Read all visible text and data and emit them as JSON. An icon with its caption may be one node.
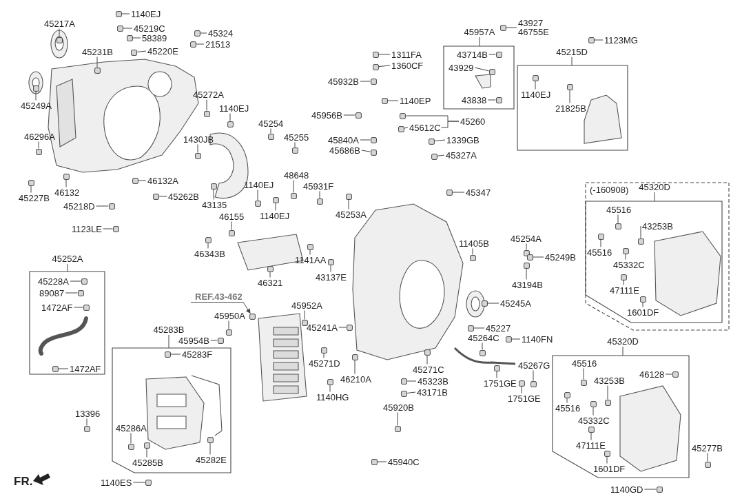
{
  "diagram": {
    "nodes": [
      {
        "text": [
          "45217A"
        ]
      },
      {
        "text": [
          "1140EJ"
        ]
      },
      {
        "text": [
          "45219C"
        ]
      },
      {
        "text": [
          "45324"
        ]
      },
      {
        "text": [
          "58389"
        ]
      },
      {
        "text": [
          "21513"
        ]
      },
      {
        "text": [
          "45220E"
        ]
      },
      {
        "text": [
          "45231B"
        ]
      },
      {
        "text": [
          "45249A"
        ]
      },
      {
        "text": [
          "45932B"
        ]
      },
      {
        "text": [
          "45272A"
        ]
      },
      {
        "text": [
          "1140EJ"
        ]
      },
      {
        "text": [
          "45956B"
        ]
      },
      {
        "text": [
          "45254"
        ]
      },
      {
        "text": [
          "46296A"
        ]
      },
      {
        "text": [
          "45255"
        ]
      },
      {
        "text": [
          "1430JB"
        ]
      },
      {
        "text": [
          "45840A"
        ]
      },
      {
        "text": [
          "45686B"
        ]
      },
      {
        "text": [
          "46132A"
        ]
      },
      {
        "text": [
          "48648"
        ]
      },
      {
        "text": [
          "1140EJ"
        ]
      },
      {
        "text": [
          "45931F"
        ]
      },
      {
        "text": [
          "45262B"
        ]
      },
      {
        "text": [
          "45227B"
        ]
      },
      {
        "text": [
          "46132"
        ]
      },
      {
        "text": [
          "43135"
        ]
      },
      {
        "text": [
          "45218D"
        ]
      },
      {
        "text": [
          "45253A"
        ]
      },
      {
        "text": [
          "1140EJ"
        ]
      },
      {
        "text": [
          "46155"
        ]
      },
      {
        "text": [
          "1123LE"
        ]
      },
      {
        "text": [
          "1311FA"
        ]
      },
      {
        "text": [
          "1360CF"
        ]
      },
      {
        "text": [
          "1140EP"
        ]
      },
      {
        "text": [
          "45612C"
        ]
      },
      {
        "text": [
          "45260"
        ]
      },
      {
        "text": [
          "1339GB"
        ]
      },
      {
        "text": [
          "45327A"
        ]
      },
      {
        "text": [
          "45347"
        ]
      },
      {
        "text": [
          "43927",
          "46755E"
        ]
      },
      {
        "text": [
          "45957A"
        ]
      },
      {
        "text": [
          "43714B"
        ],
        "in": 41
      },
      {
        "text": [
          "43929"
        ],
        "in": 41
      },
      {
        "text": [
          "43838"
        ],
        "in": 41
      },
      {
        "text": [
          "1123MG"
        ]
      },
      {
        "text": [
          "45215D"
        ]
      },
      {
        "text": [
          "1140EJ"
        ],
        "in": 46
      },
      {
        "text": [
          "21825B"
        ],
        "in": 46
      },
      {
        "text": [
          "(-160908)"
        ]
      },
      {
        "text": [
          "45320D"
        ],
        "in": 49
      },
      {
        "text": [
          "45516"
        ],
        "in": 50
      },
      {
        "text": [
          "43253B"
        ],
        "in": 50
      },
      {
        "text": [
          "45516"
        ],
        "in": 50
      },
      {
        "text": [
          "45332C"
        ],
        "in": 50
      },
      {
        "text": [
          "47111E"
        ],
        "in": 50
      },
      {
        "text": [
          "1601DF"
        ],
        "in": 50
      },
      {
        "text": [
          "11405B"
        ]
      },
      {
        "text": [
          "45254A"
        ]
      },
      {
        "text": [
          "45249B"
        ]
      },
      {
        "text": [
          "43194B"
        ]
      },
      {
        "text": [
          "46343B"
        ]
      },
      {
        "text": [
          "1141AA"
        ]
      },
      {
        "text": [
          "43137E"
        ]
      },
      {
        "text": [
          "46321"
        ]
      },
      {
        "text": [
          "45252A"
        ]
      },
      {
        "text": [
          "45228A"
        ],
        "in": 65
      },
      {
        "text": [
          "89087"
        ],
        "in": 65
      },
      {
        "text": [
          "1472AF"
        ],
        "in": 65
      },
      {
        "text": [
          "1472AF"
        ],
        "in": 65
      },
      {
        "text": [
          "REF.43-462"
        ]
      },
      {
        "text": [
          "45245A"
        ]
      },
      {
        "text": [
          "45952A"
        ]
      },
      {
        "text": [
          "45950A"
        ]
      },
      {
        "text": [
          "45241A"
        ]
      },
      {
        "text": [
          "45227"
        ]
      },
      {
        "text": [
          "45283B"
        ]
      },
      {
        "text": [
          "45283F"
        ],
        "in": 76
      },
      {
        "text": [
          "45286A"
        ],
        "in": 76
      },
      {
        "text": [
          "45285B"
        ],
        "in": 76
      },
      {
        "text": [
          "45282E"
        ],
        "in": 76
      },
      {
        "text": [
          "45264C"
        ]
      },
      {
        "text": [
          "1140FN"
        ]
      },
      {
        "text": [
          "45954B"
        ]
      },
      {
        "text": [
          "45320D"
        ]
      },
      {
        "text": [
          "45516"
        ],
        "in": 84
      },
      {
        "text": [
          "46128"
        ],
        "in": 84
      },
      {
        "text": [
          "43253B"
        ],
        "in": 84
      },
      {
        "text": [
          "45516"
        ],
        "in": 84
      },
      {
        "text": [
          "45332C"
        ],
        "in": 84
      },
      {
        "text": [
          "47111E"
        ],
        "in": 84
      },
      {
        "text": [
          "1601DF"
        ],
        "in": 84
      },
      {
        "text": [
          "45271D"
        ]
      },
      {
        "text": [
          "45267G"
        ]
      },
      {
        "text": [
          "45271C"
        ]
      },
      {
        "text": [
          "46210A"
        ]
      },
      {
        "text": [
          "45323B"
        ]
      },
      {
        "text": [
          "1751GE"
        ]
      },
      {
        "text": [
          "43171B"
        ]
      },
      {
        "text": [
          "1140HG"
        ]
      },
      {
        "text": [
          "1751GE"
        ]
      },
      {
        "text": [
          "45920B"
        ]
      },
      {
        "text": [
          "13396"
        ]
      },
      {
        "text": [
          "45277B"
        ]
      },
      {
        "text": [
          "45940C"
        ]
      },
      {
        "text": [
          "1140ES"
        ]
      },
      {
        "text": [
          "1140GD"
        ]
      },
      {
        "text": [],
        "shape": "box"
      },
      {
        "text": [],
        "shape": "box"
      },
      {
        "text": [],
        "shape": "box"
      },
      {
        "text": [],
        "shape": "box"
      },
      {
        "text": [],
        "shape": "box"
      },
      {
        "text": [],
        "shape": "box"
      },
      {
        "text": [],
        "shape": "box"
      },
      {
        "text": [],
        "shape": "box"
      },
      {
        "text": [],
        "shape": "box"
      },
      {
        "text": [],
        "shape": "box"
      },
      {
        "text": [],
        "shape": "box"
      },
      {
        "text": [],
        "shape": "box"
      },
      {
        "text": [],
        "shape": "box"
      },
      {
        "text": [],
        "shape": "box"
      },
      {
        "text": [],
        "shape": "box"
      },
      {
        "text": [],
        "shape": "box"
      },
      {
        "text": [],
        "shape": "box"
      },
      {
        "text": [],
        "shape": "box"
      },
      {
        "text": [],
        "shape": "box"
      },
      {
        "text": [],
        "shape": "box"
      },
      {
        "text": [],
        "shape": "box"
      },
      {
        "text": [],
        "shape": "box"
      },
      {
        "text": [],
        "shape": "box"
      },
      {
        "text": [],
        "shape": "box"
      },
      {
        "text": [],
        "shape": "box"
      },
      {
        "text": [],
        "shape": "box"
      },
      {
        "text": [],
        "shape": "box"
      },
      {
        "text": [],
        "shape": "box"
      },
      {
        "text": [],
        "shape": "box"
      },
      {
        "text": [],
        "shape": "box"
      },
      {
        "text": [],
        "shape": "box"
      },
      {
        "text": [],
        "shape": "box"
      },
      {
        "text": [],
        "shape": "box"
      },
      {
        "text": [],
        "shape": "box"
      },
      {
        "text": [],
        "shape": "box"
      },
      {
        "text": [],
        "shape": "box"
      },
      {
        "text": [],
        "shape": "box"
      },
      {
        "text": [],
        "shape": "box"
      },
      {
        "text": [],
        "shape": "box"
      },
      {
        "text": [],
        "shape": "box"
      },
      {
        "text": [],
        "shape": "box"
      },
      {
        "text": [],
        "shape": "box",
        "in": 41
      },
      {
        "text": [],
        "shape": "box",
        "in": 41
      },
      {
        "text": [],
        "shape": "box",
        "in": 41
      },
      {
        "text": [],
        "shape": "box"
      },
      {
        "text": [],
        "shape": "box",
        "in": 46
      },
      {
        "text": [],
        "shape": "box",
        "in": 46
      },
      {
        "text": [],
        "shape": "box",
        "in": 50
      },
      {
        "text": [],
        "shape": "box",
        "in": 50
      },
      {
        "text": [],
        "shape": "box",
        "in": 50
      },
      {
        "text": [],
        "shape": "box",
        "in": 50
      },
      {
        "text": [],
        "shape": "box",
        "in": 50
      },
      {
        "text": [],
        "shape": "box",
        "in": 50
      },
      {
        "text": [],
        "shape": "box"
      },
      {
        "text": [],
        "shape": "box"
      },
      {
        "text": [],
        "shape": "box"
      },
      {
        "text": [],
        "shape": "box"
      },
      {
        "text": [],
        "shape": "box"
      },
      {
        "text": [],
        "shape": "box"
      },
      {
        "text": [],
        "shape": "box"
      },
      {
        "text": [],
        "shape": "box"
      },
      {
        "text": [],
        "shape": "box",
        "in": 65
      },
      {
        "text": [],
        "shape": "box",
        "in": 65
      },
      {
        "text": [],
        "shape": "box",
        "in": 65
      },
      {
        "text": [],
        "shape": "box",
        "in": 65
      },
      {
        "text": [],
        "shape": "box"
      },
      {
        "text": [],
        "shape": "box"
      },
      {
        "text": [],
        "shape": "box"
      },
      {
        "text": [],
        "shape": "box"
      },
      {
        "text": [],
        "shape": "box"
      },
      {
        "text": [],
        "shape": "box"
      },
      {
        "text": [],
        "shape": "box",
        "in": 76
      },
      {
        "text": [],
        "shape": "box",
        "in": 76
      },
      {
        "text": [],
        "shape": "box",
        "in": 76
      },
      {
        "text": [],
        "shape": "box",
        "in": 76
      },
      {
        "text": [],
        "shape": "box"
      },
      {
        "text": [],
        "shape": "box"
      },
      {
        "text": [],
        "shape": "box"
      },
      {
        "text": [],
        "shape": "box",
        "in": 84
      },
      {
        "text": [],
        "shape": "box",
        "in": 84
      },
      {
        "text": [],
        "shape": "box",
        "in": 84
      },
      {
        "text": [],
        "shape": "box",
        "in": 84
      },
      {
        "text": [],
        "shape": "box",
        "in": 84
      },
      {
        "text": [],
        "shape": "box",
        "in": 84
      },
      {
        "text": [],
        "shape": "box",
        "in": 84
      },
      {
        "text": [],
        "shape": "box"
      },
      {
        "text": [],
        "shape": "box"
      },
      {
        "text": [],
        "shape": "box"
      },
      {
        "text": [],
        "shape": "box"
      },
      {
        "text": [],
        "shape": "box"
      },
      {
        "text": [],
        "shape": "box"
      },
      {
        "text": [],
        "shape": "box"
      },
      {
        "text": [],
        "shape": "box"
      },
      {
        "text": [],
        "shape": "box"
      },
      {
        "text": [],
        "shape": "box"
      },
      {
        "text": [],
        "shape": "box"
      },
      {
        "text": [],
        "shape": "box"
      },
      {
        "text": [],
        "shape": "box"
      },
      {
        "text": [],
        "shape": "box"
      },
      {
        "text": [],
        "shape": "box"
      }
    ],
    "edges": [
      {
        "from": 0,
        "to": 107,
        "arrow": "none"
      },
      {
        "from": 1,
        "to": 108,
        "arrow": "none"
      },
      {
        "from": 2,
        "to": 109,
        "arrow": "none"
      },
      {
        "from": 3,
        "to": 110,
        "arrow": "none"
      },
      {
        "from": 4,
        "to": 111,
        "arrow": "none"
      },
      {
        "from": 5,
        "to": 112,
        "arrow": "none"
      },
      {
        "from": 6,
        "to": 113,
        "arrow": "none"
      },
      {
        "from": 7,
        "to": 114,
        "arrow": "none"
      },
      {
        "from": 8,
        "to": 115,
        "arrow": "none"
      },
      {
        "from": 9,
        "to": 116,
        "arrow": "none"
      },
      {
        "from": 10,
        "to": 117,
        "arrow": "none"
      },
      {
        "from": 11,
        "to": 118,
        "arrow": "none"
      },
      {
        "from": 12,
        "to": 119,
        "arrow": "none"
      },
      {
        "from": 13,
        "to": 120,
        "arrow": "none"
      },
      {
        "from": 14,
        "to": 121,
        "arrow": "none"
      },
      {
        "from": 15,
        "to": 122,
        "arrow": "none"
      },
      {
        "from": 16,
        "to": 123,
        "arrow": "none"
      },
      {
        "from": 17,
        "to": 124,
        "arrow": "none"
      },
      {
        "from": 18,
        "to": 125,
        "arrow": "none"
      },
      {
        "from": 19,
        "to": 126,
        "arrow": "none"
      },
      {
        "from": 20,
        "to": 127,
        "arrow": "none"
      },
      {
        "from": 21,
        "to": 128,
        "arrow": "none"
      },
      {
        "from": 22,
        "to": 129,
        "arrow": "none"
      },
      {
        "from": 23,
        "to": 130,
        "arrow": "none"
      },
      {
        "from": 24,
        "to": 131,
        "arrow": "none"
      },
      {
        "from": 25,
        "to": 132,
        "arrow": "none"
      },
      {
        "from": 26,
        "to": 133,
        "arrow": "none"
      },
      {
        "from": 27,
        "to": 134,
        "arrow": "none"
      },
      {
        "from": 28,
        "to": 135,
        "arrow": "none"
      },
      {
        "from": 29,
        "to": 136,
        "arrow": "none"
      },
      {
        "from": 30,
        "to": 137,
        "arrow": "none"
      },
      {
        "from": 31,
        "to": 138,
        "arrow": "none"
      },
      {
        "from": 32,
        "to": 139,
        "arrow": "none"
      },
      {
        "from": 33,
        "to": 140,
        "arrow": "none"
      },
      {
        "from": 34,
        "to": 141,
        "arrow": "none"
      },
      {
        "from": 35,
        "to": 142,
        "arrow": "none"
      },
      {
        "from": 36,
        "to": 143,
        "arrow": "none"
      },
      {
        "from": 36,
        "to": 35,
        "arrow": "none"
      },
      {
        "from": 37,
        "to": 144,
        "arrow": "none"
      },
      {
        "from": 38,
        "to": 145,
        "arrow": "none"
      },
      {
        "from": 39,
        "to": 146,
        "arrow": "none"
      },
      {
        "from": 40,
        "to": 147,
        "arrow": "none"
      },
      {
        "from": 42,
        "to": 148,
        "arrow": "none"
      },
      {
        "from": 43,
        "to": 149,
        "arrow": "none"
      },
      {
        "from": 44,
        "to": 150,
        "arrow": "none"
      },
      {
        "from": 45,
        "to": 151,
        "arrow": "none"
      },
      {
        "from": 47,
        "to": 152,
        "arrow": "none"
      },
      {
        "from": 48,
        "to": 153,
        "arrow": "none"
      },
      {
        "from": 51,
        "to": 154,
        "arrow": "none"
      },
      {
        "from": 52,
        "to": 155,
        "arrow": "none"
      },
      {
        "from": 53,
        "to": 156,
        "arrow": "none"
      },
      {
        "from": 54,
        "to": 157,
        "arrow": "none"
      },
      {
        "from": 55,
        "to": 158,
        "arrow": "none"
      },
      {
        "from": 56,
        "to": 159,
        "arrow": "none"
      },
      {
        "from": 57,
        "to": 160,
        "arrow": "none"
      },
      {
        "from": 58,
        "to": 161,
        "arrow": "none"
      },
      {
        "from": 59,
        "to": 162,
        "arrow": "none"
      },
      {
        "from": 60,
        "to": 163,
        "arrow": "none"
      },
      {
        "from": 61,
        "to": 164,
        "arrow": "none"
      },
      {
        "from": 62,
        "to": 165,
        "arrow": "none"
      },
      {
        "from": 63,
        "to": 166,
        "arrow": "none"
      },
      {
        "from": 64,
        "to": 167,
        "arrow": "none"
      },
      {
        "from": 66,
        "to": 168,
        "arrow": "none"
      },
      {
        "from": 67,
        "to": 169,
        "arrow": "none"
      },
      {
        "from": 68,
        "to": 170,
        "arrow": "none"
      },
      {
        "from": 69,
        "to": 171,
        "arrow": "none"
      },
      {
        "from": 70,
        "to": 172,
        "arrow": "to"
      },
      {
        "from": 71,
        "to": 173,
        "arrow": "none"
      },
      {
        "from": 72,
        "to": 174,
        "arrow": "none"
      },
      {
        "from": 73,
        "to": 175,
        "arrow": "none"
      },
      {
        "from": 74,
        "to": 176,
        "arrow": "none"
      },
      {
        "from": 75,
        "to": 177,
        "arrow": "none"
      },
      {
        "from": 77,
        "to": 178,
        "arrow": "none"
      },
      {
        "from": 78,
        "to": 179,
        "arrow": "none"
      },
      {
        "from": 79,
        "to": 180,
        "arrow": "none"
      },
      {
        "from": 80,
        "to": 181,
        "arrow": "none"
      },
      {
        "from": 81,
        "to": 182,
        "arrow": "none"
      },
      {
        "from": 82,
        "to": 183,
        "arrow": "none"
      },
      {
        "from": 83,
        "to": 184,
        "arrow": "none"
      },
      {
        "from": 85,
        "to": 185,
        "arrow": "none"
      },
      {
        "from": 86,
        "to": 186,
        "arrow": "none"
      },
      {
        "from": 87,
        "to": 187,
        "arrow": "none"
      },
      {
        "from": 88,
        "to": 188,
        "arrow": "none"
      },
      {
        "from": 89,
        "to": 189,
        "arrow": "none"
      },
      {
        "from": 90,
        "to": 190,
        "arrow": "none"
      },
      {
        "from": 91,
        "to": 191,
        "arrow": "none"
      },
      {
        "from": 92,
        "to": 192,
        "arrow": "none"
      },
      {
        "from": 93,
        "to": 193,
        "arrow": "none"
      },
      {
        "from": 94,
        "to": 194,
        "arrow": "none"
      },
      {
        "from": 95,
        "to": 195,
        "arrow": "none"
      },
      {
        "from": 96,
        "to": 196,
        "arrow": "none"
      },
      {
        "from": 97,
        "to": 197,
        "arrow": "none"
      },
      {
        "from": 98,
        "to": 198,
        "arrow": "none"
      },
      {
        "from": 99,
        "to": 199,
        "arrow": "none"
      },
      {
        "from": 100,
        "to": 200,
        "arrow": "none"
      },
      {
        "from": 101,
        "to": 201,
        "arrow": "none"
      },
      {
        "from": 102,
        "to": 202,
        "arrow": "none"
      },
      {
        "from": 103,
        "to": 203,
        "arrow": "none"
      },
      {
        "from": 104,
        "to": 204,
        "arrow": "none"
      },
      {
        "from": 105,
        "to": 205,
        "arrow": "none"
      },
      {
        "from": 106,
        "to": 206,
        "arrow": "none"
      }
    ],
    "labels": [
      "FR."
    ]
  }
}
